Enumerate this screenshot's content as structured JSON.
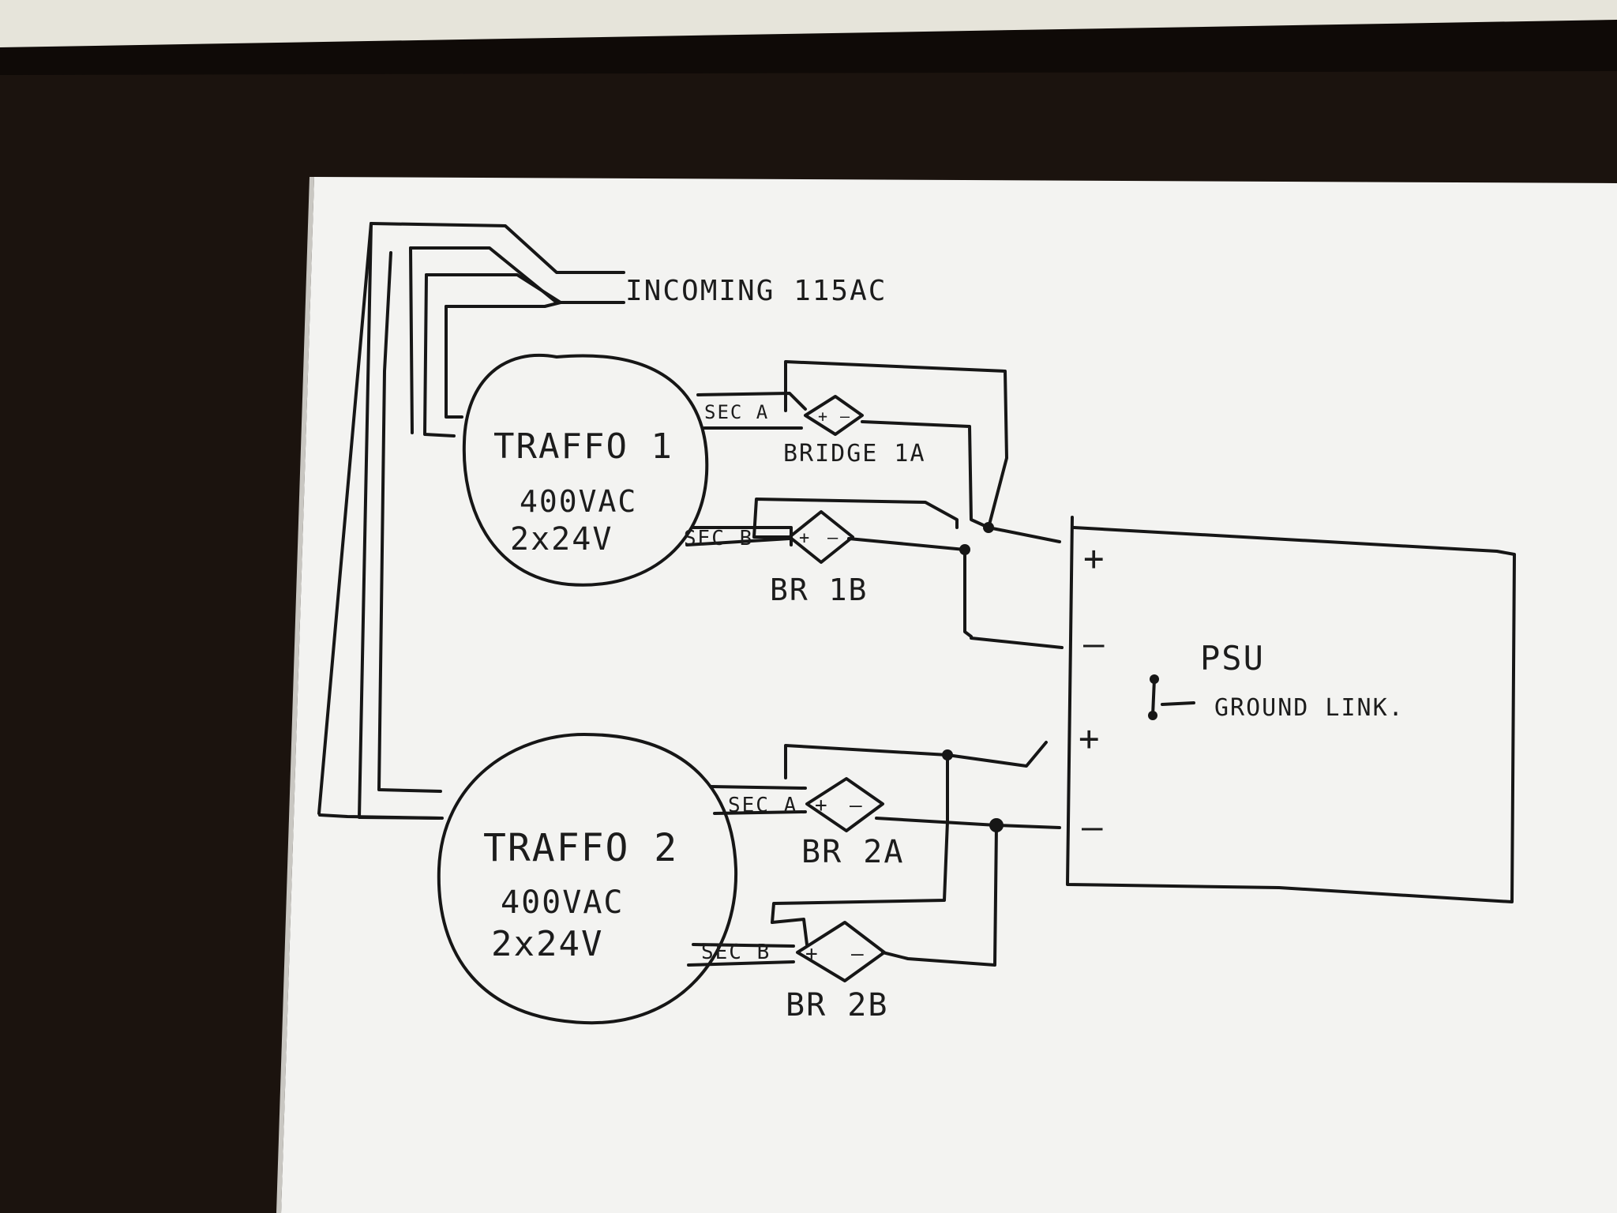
{
  "labels": {
    "incoming": "INCOMING 115AC",
    "traffo1": {
      "name": "TRAFFO 1",
      "primary": "400VAC",
      "secondary": "2x24V"
    },
    "traffo2": {
      "name": "TRAFFO 2",
      "primary": "400VAC",
      "secondary": "2x24V"
    },
    "sec_a1": "SEC A",
    "sec_b1": "SEC B",
    "sec_a2": "SEC A",
    "sec_b2": "SEC B",
    "bridge_1a": "BRIDGE 1A",
    "br_1b": "BR 1B",
    "br_2a": "BR 2A",
    "br_2b": "BR 2B",
    "psu": "PSU",
    "ground_link": "GROUND LINK.",
    "psu_pos_1": "+",
    "psu_neg_1": "–",
    "psu_pos_2": "+",
    "psu_neg_2": "–",
    "plus": "+",
    "minus": "–"
  },
  "colors": {
    "ink": "#161616",
    "paper": "#f4f4f2",
    "desk": "#1a120d",
    "wall": "#e8e6dc"
  }
}
